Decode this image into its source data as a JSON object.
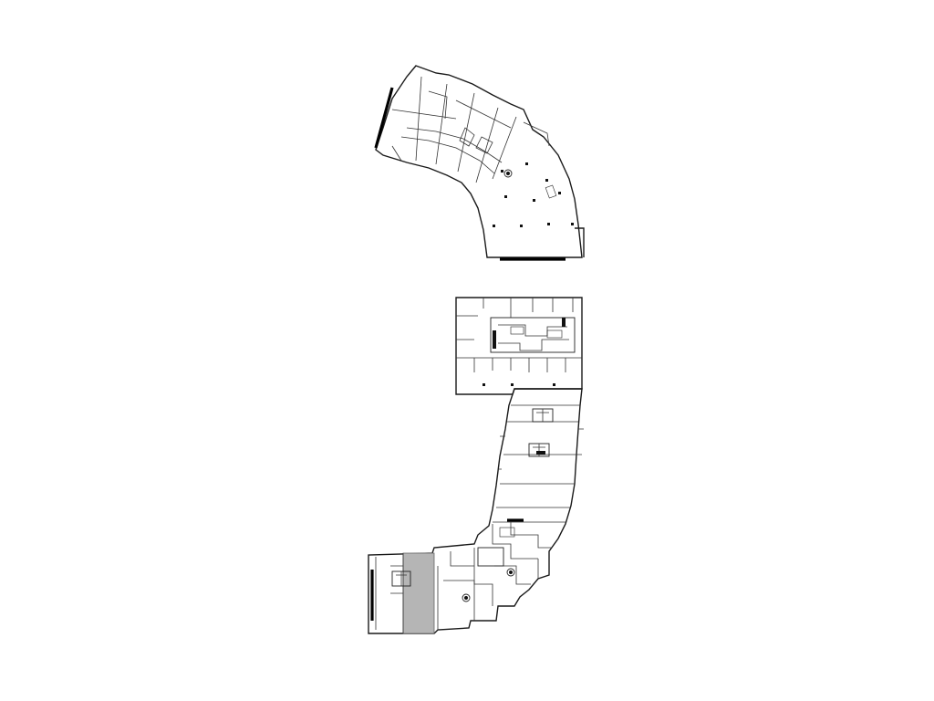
{
  "figure": {
    "background": "#ffffff",
    "line_color": "#1a1a1a",
    "highlight_fill": "#b5b5b5"
  },
  "plan_blocks": [
    {
      "id": "north-wing"
    },
    {
      "id": "central-block"
    },
    {
      "id": "south-wing"
    }
  ]
}
